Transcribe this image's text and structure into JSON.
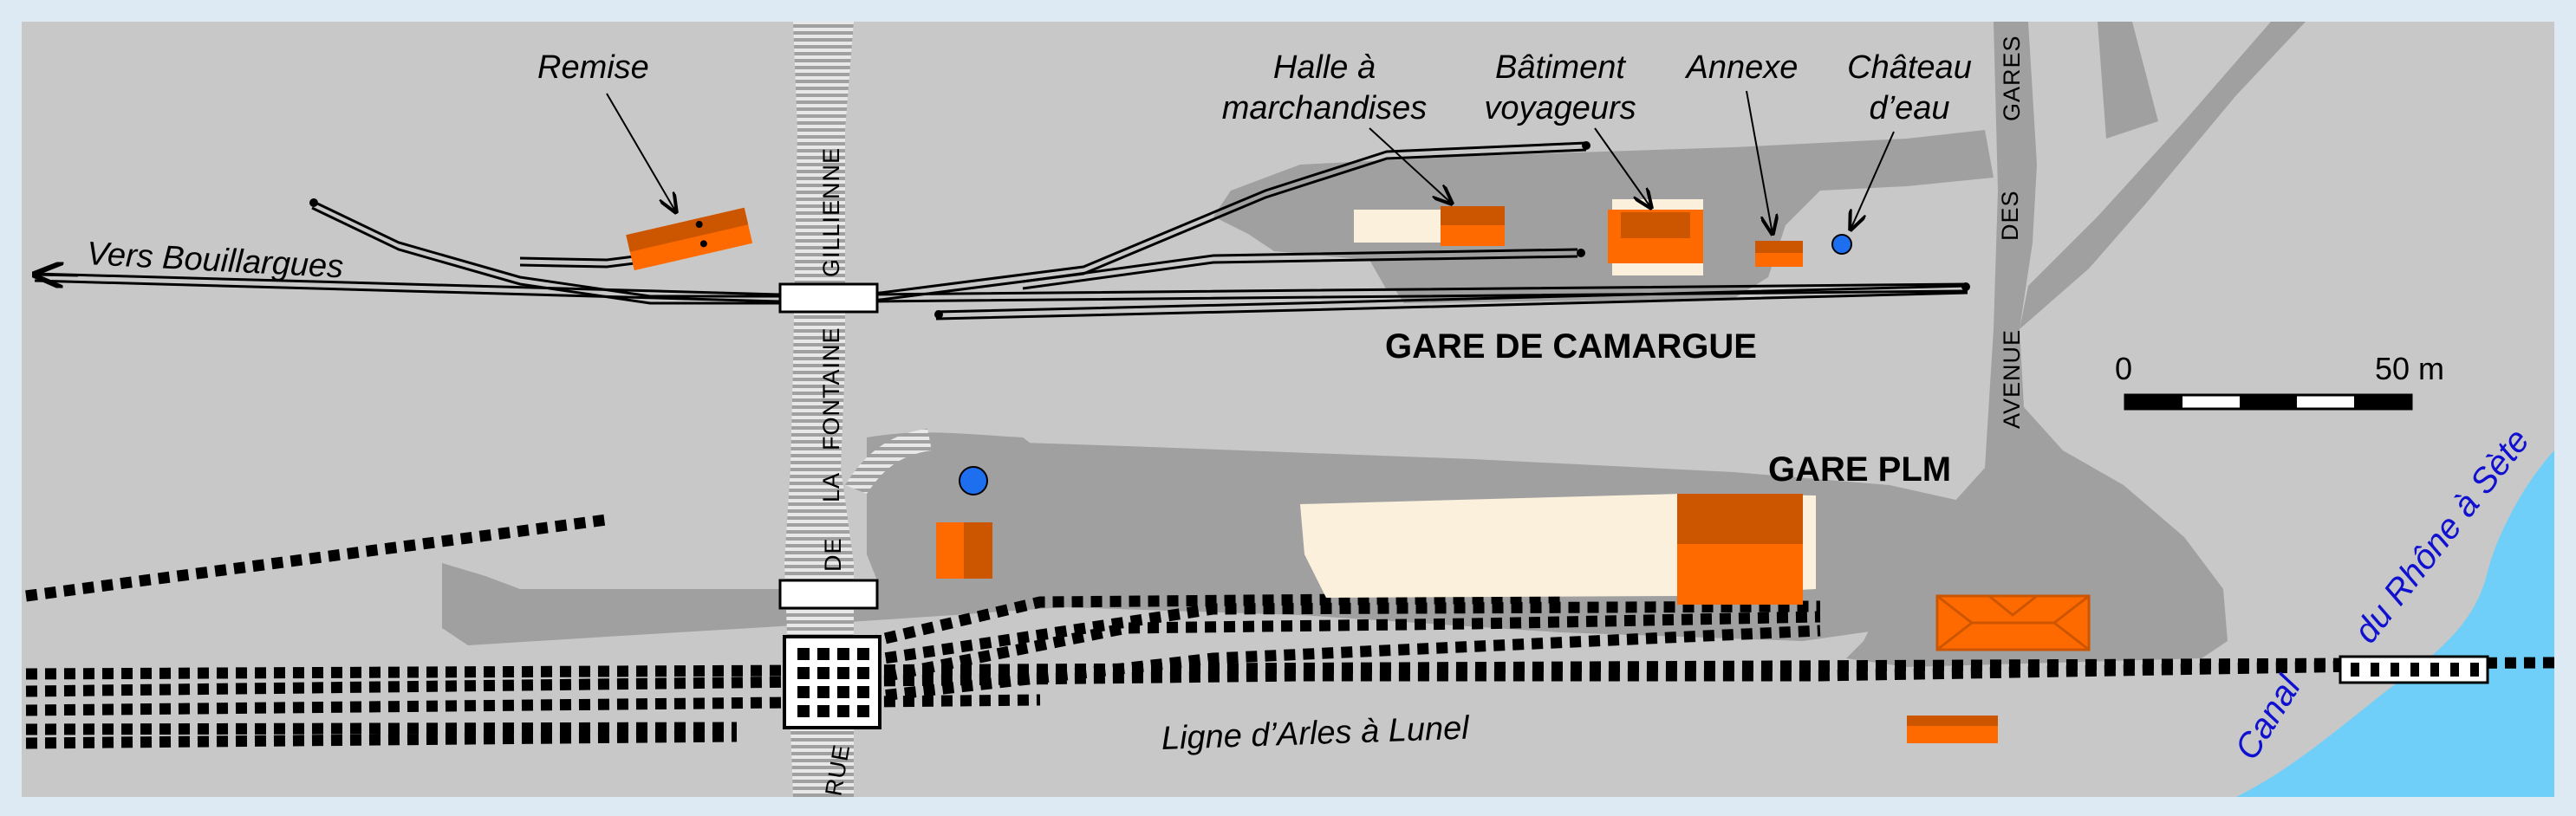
{
  "labels": {
    "remise": "Remise",
    "halle_line1": "Halle à",
    "halle_line2": "marchandises",
    "batiment_line1": "Bâtiment",
    "batiment_line2": "voyageurs",
    "annexe": "Annexe",
    "chateau_line1": "Château",
    "chateau_line2": "d’eau",
    "vers_bouillargues": "Vers Bouillargues",
    "gare_camargue": "GARE DE CAMARGUE",
    "gare_plm": "GARE PLM",
    "ligne_arles_lunel": "Ligne d’Arles à Lunel",
    "canal_line1": "Canal",
    "canal_line2": "du Rhône à Sète"
  },
  "streets": {
    "gilienne": "GILLIENNE",
    "fontaine": "FONTAINE",
    "la": "LA",
    "de": "DE",
    "rue": "RUE",
    "gares": "GARES",
    "des": "DES",
    "avenue": "AVENUE"
  },
  "scale": {
    "start_label": "0",
    "end_label": "50 m"
  },
  "colors": {
    "background": "#c8c8c8",
    "frame": "#ddeaf3",
    "roads": "#a0a0a0",
    "building_orange": "#ff6a00",
    "building_roof_dark": "#cc5500",
    "platform": "#fbf0dc",
    "water": "#6fcff8",
    "water_tower": "#1e6ef0"
  }
}
